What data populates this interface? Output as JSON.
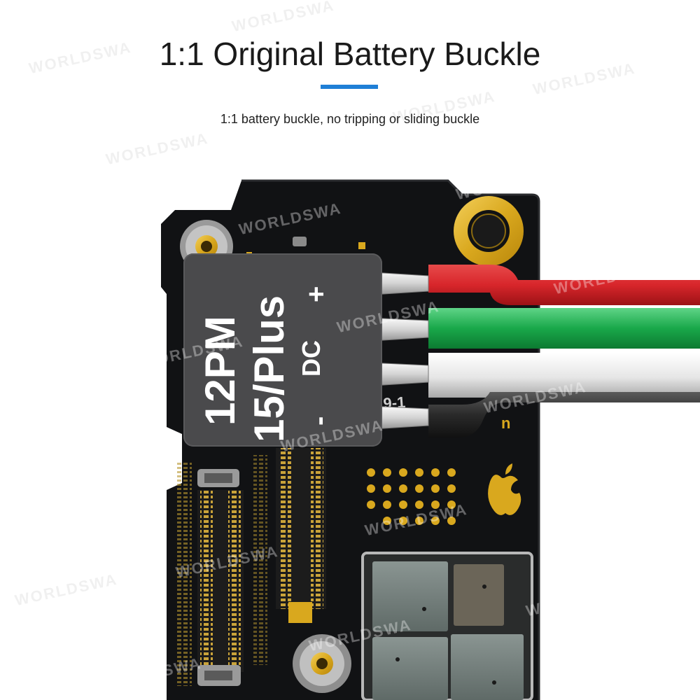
{
  "header": {
    "title": "1:1 Original Battery Buckle",
    "subtitle": "1:1 battery buckle, no tripping or sliding buckle",
    "accent_color": "#1f7fd6"
  },
  "connector_label": {
    "model_line_1": "12PM",
    "model_line_2": "15/Plus",
    "power_type": "DC",
    "positive_sign": "+",
    "negative_sign": "-"
  },
  "board": {
    "silkscreen_code": "9-1",
    "silkscreen_suffix": "n"
  },
  "wires": [
    {
      "name": "positive-wire",
      "color": "#d8262b"
    },
    {
      "name": "green-wire",
      "color": "#19a84a"
    },
    {
      "name": "white-wire",
      "color": "#e8e8e8"
    },
    {
      "name": "negative-wire",
      "color": "#2a2a2a"
    }
  ],
  "watermark": "WORLDSWA",
  "icons": [
    "apple-logo-icon",
    "mounting-hole-icon",
    "screw-standoff-icon"
  ]
}
